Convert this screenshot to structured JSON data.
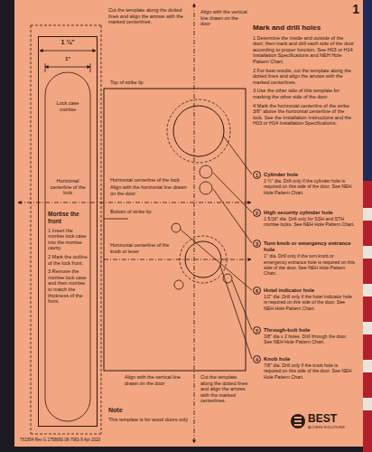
{
  "diagram": {
    "title": "Mark and drill holes",
    "nodes": [
      {
        "text": [
          "Lock case mortise",
          "Horizontal centerline of the lock",
          "Mortise the front",
          "1 Insert the mortise lock case into the mortise cavity.",
          "2 Mark the outline of the lock front.",
          "3 Remove the mortise lock case and then mortise to match the thickness of the front."
        ]
      },
      {
        "text": [
          "1",
          "Cylinder hole",
          "1 ½\" dia. Drill only if the cylinder hole is required on this side of the door. See NEH Hole Pattern Chart."
        ]
      },
      {
        "text": [
          "2",
          "High security cylinder hole",
          "1 5/16\" dia. Drill only for SSH and STH mortise locks. See NEH Hole Pattern Chart."
        ]
      },
      {
        "text": [
          "3",
          "Turn knob or emergency entrance hole",
          "1\" dia. Drill only if the turn knob or emergency entrance hole is required on this side of the door. See NEH Hole Pattern Chart."
        ]
      },
      {
        "text": [
          "6",
          "Hotel indicator hole",
          "1/2\" dia. Drill only if the hotel indicator hole is required on this side of the door. See NEH Hole Pattern Chart."
        ]
      },
      {
        "text": [
          "5",
          "Through-bolt hole",
          "3/8\" dia x 2 holes. Drill through the door. See NEH Hole Pattern Chart."
        ]
      },
      {
        "text": [
          "4",
          "Knob hole",
          "7/8\" dia. Drill only if the knob hole is required on this side of the door. See NEH Hole Pattern Chart."
        ]
      }
    ],
    "labels": [
      "1",
      "Cut the template along the dotted lines and align the arrows with the marked centerlines.",
      "Align with the vertical line drawn on the door",
      "Top of strike lip",
      "1 ¼\"",
      "1\"",
      "Horizontal centerline of the lock",
      "Align with the horizontal line drawn on the door",
      "Bottom of strike lip",
      "Horizontal centerline of the knob or lever",
      "Align with the vertical line drawn on the door",
      "Cut the template along the dotted lines and align the arrows with the marked centerlines.",
      "Note",
      "This template is for wood doors only",
      "T61954 Rev G  1758690  08-7991-9  Apr 2020",
      "BEST",
      "ACCESS SOLUTIONS",
      "1 Determine the inside and outside of the door, then mark and drill each side of the door according to proper function. See H03 or H14 Installation Specifications and NEH Hole Pattern Chart.",
      "2 For best results, cut the template along the dotted lines and align the arrows with the marked centerlines.",
      "3 Use the other side of this template for marking the other side of the door.",
      "4 Mark the horizontal centerline of the strike 3/8\" above the horizontal centerline of the lock. See the Installation Instructions and the H03 or H14 Installation Specifications."
    ]
  }
}
